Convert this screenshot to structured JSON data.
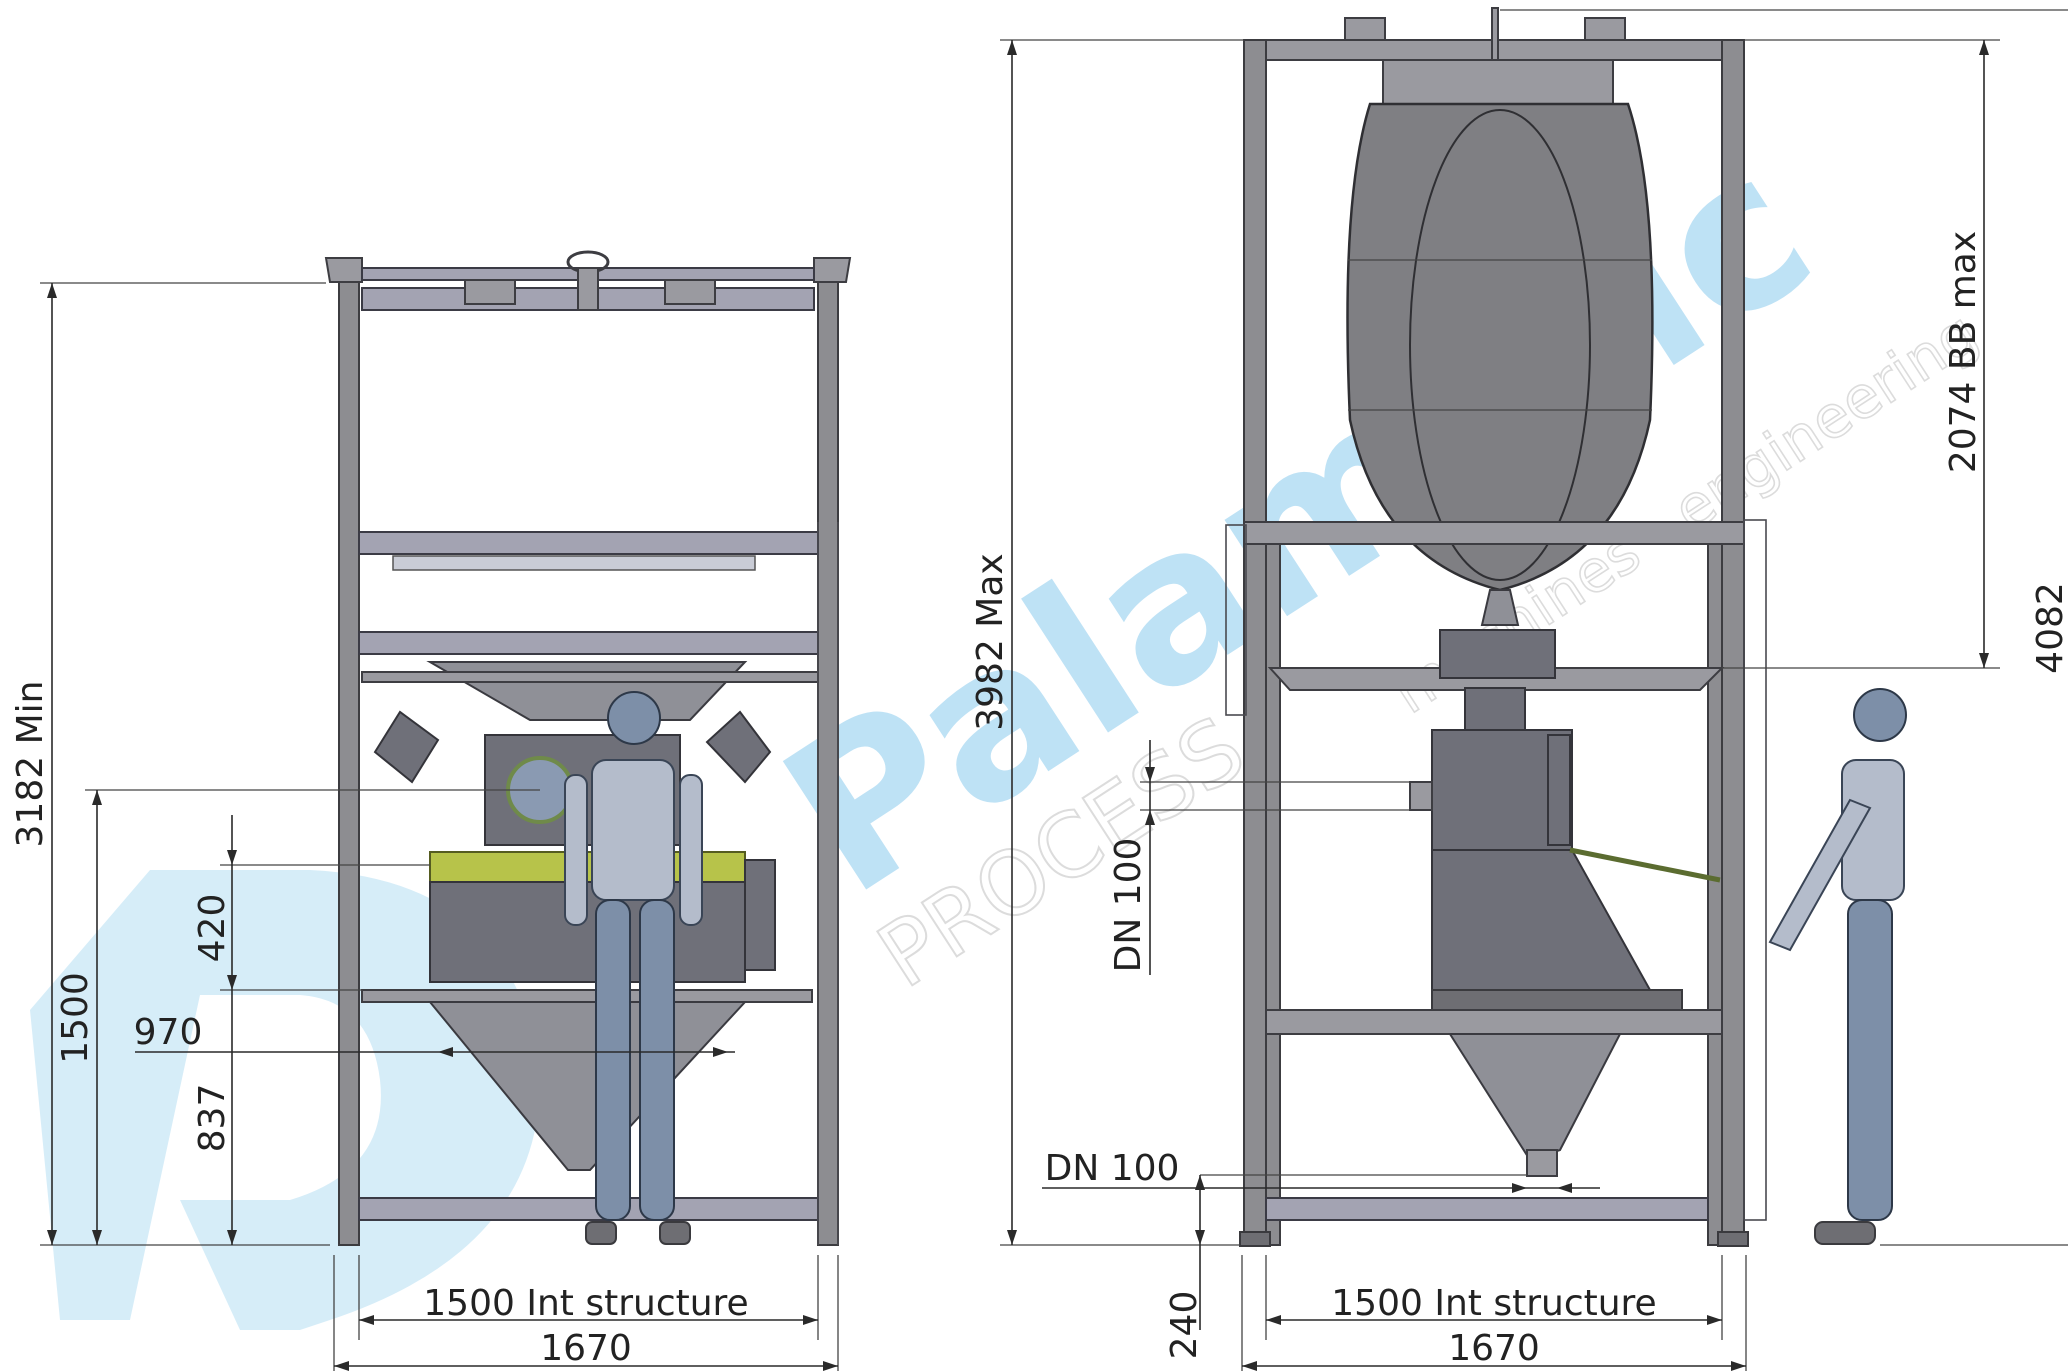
{
  "watermark": {
    "brand": "Palamatic",
    "tagline": "PROCESS",
    "subtagline": "machines · engineering",
    "color": "#aed9f2"
  },
  "left_view": {
    "dimensions": {
      "overall_height": "3182 Min",
      "working_height": "1500",
      "upper_offset": "420",
      "width_hopper": "970",
      "lower_offset": "837",
      "inner_width": "1500 Int structure",
      "outer_width": "1670"
    }
  },
  "right_view": {
    "dimensions": {
      "overall_height": "3982 Max",
      "bag_height": "2074 BB max",
      "total_height": "4082",
      "inlet": "DN 100",
      "outlet": "DN 100",
      "foot_height": "240",
      "inner_width": "1500 Int structure",
      "outer_width": "1670"
    }
  }
}
